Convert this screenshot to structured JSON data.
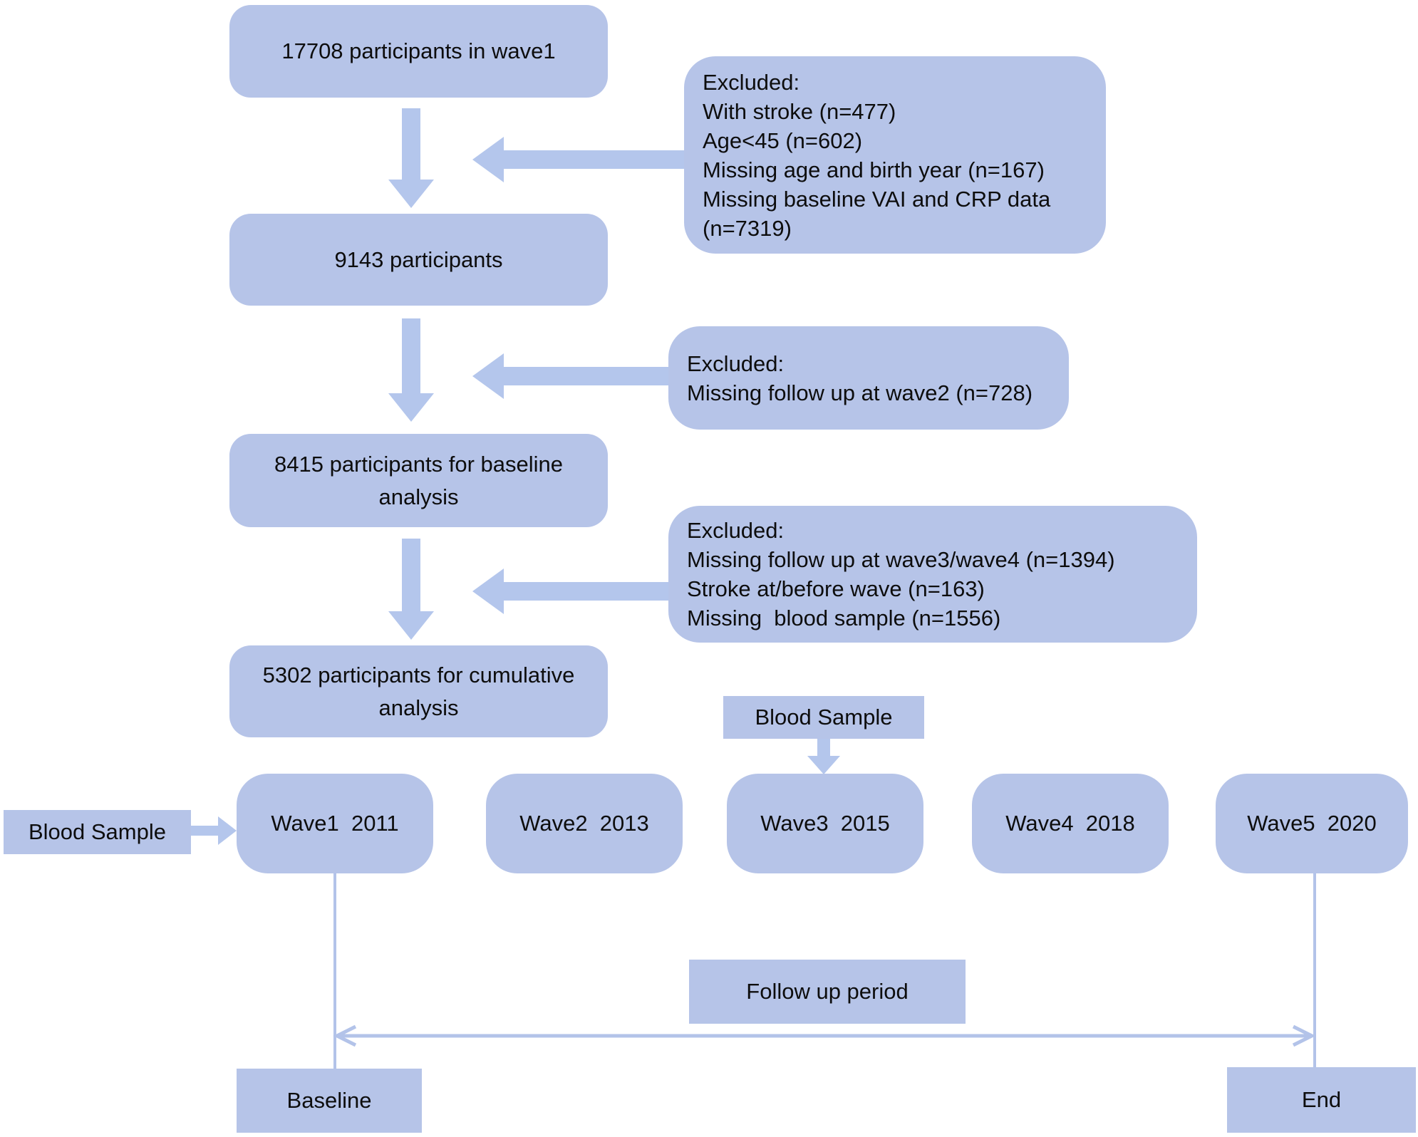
{
  "colors": {
    "box_fill": "#b6c4e8",
    "arrow_fill": "#b4c6ec",
    "line_color": "#b3c3e9",
    "text_color": "#0d0d0d"
  },
  "flowchart": {
    "box_wave1_total": "17708 participants in wave1",
    "excluded_1": "Excluded:\nWith stroke (n=477)\nAge<45 (n=602)\nMissing age and birth year (n=167)\nMissing baseline VAI and CRP data\n(n=7319)",
    "box_after_exclusion1": "9143 participants",
    "excluded_2": "Excluded:\nMissing follow up at wave2 (n=728)",
    "box_baseline_analysis": "8415 participants for baseline\nanalysis",
    "excluded_3": "Excluded:\nMissing follow up at wave3/wave4 (n=1394)\nStroke at/before wave (n=163)\nMissing  blood sample (n=1556)",
    "box_cumulative_analysis": "5302 participants for cumulative\nanalysis"
  },
  "timeline": {
    "blood_sample_left": "Blood Sample",
    "blood_sample_wave3": "Blood Sample",
    "waves": [
      "Wave1  2011",
      "Wave2  2013",
      "Wave3  2015",
      "Wave4  2018",
      "Wave5  2020"
    ],
    "follow_up_period": "Follow up period",
    "baseline_label": "Baseline",
    "end_label": "End"
  }
}
